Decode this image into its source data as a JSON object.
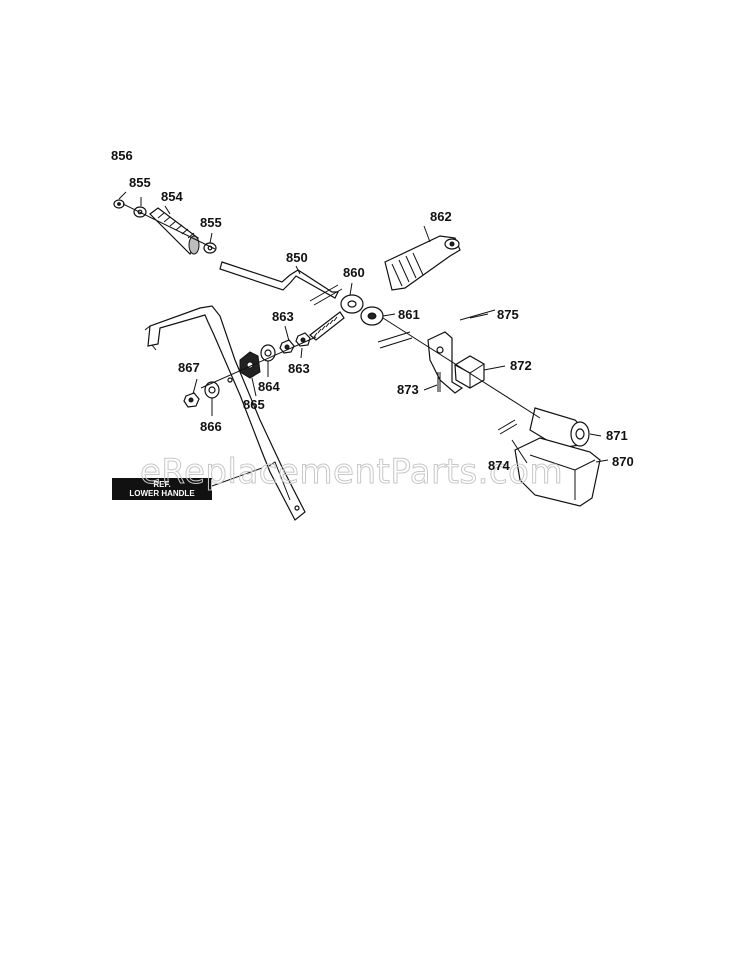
{
  "watermark": "eReplacementParts.com",
  "reference_box": {
    "line1": "REF.",
    "line2": "LOWER HANDLE"
  },
  "part_labels": [
    {
      "key": "p856",
      "text": "856"
    },
    {
      "key": "p855a",
      "text": "855"
    },
    {
      "key": "p854",
      "text": "854"
    },
    {
      "key": "p855b",
      "text": "855"
    },
    {
      "key": "p850",
      "text": "850"
    },
    {
      "key": "p862",
      "text": "862"
    },
    {
      "key": "p860",
      "text": "860"
    },
    {
      "key": "p861",
      "text": "861"
    },
    {
      "key": "p863a",
      "text": "863"
    },
    {
      "key": "p863b",
      "text": "863"
    },
    {
      "key": "p864",
      "text": "864"
    },
    {
      "key": "p865",
      "text": "865"
    },
    {
      "key": "p867",
      "text": "867"
    },
    {
      "key": "p866",
      "text": "866"
    },
    {
      "key": "p875",
      "text": "875"
    },
    {
      "key": "p872",
      "text": "872"
    },
    {
      "key": "p873",
      "text": "873"
    },
    {
      "key": "p871",
      "text": "871"
    },
    {
      "key": "p874",
      "text": "874"
    },
    {
      "key": "p870",
      "text": "870"
    }
  ]
}
